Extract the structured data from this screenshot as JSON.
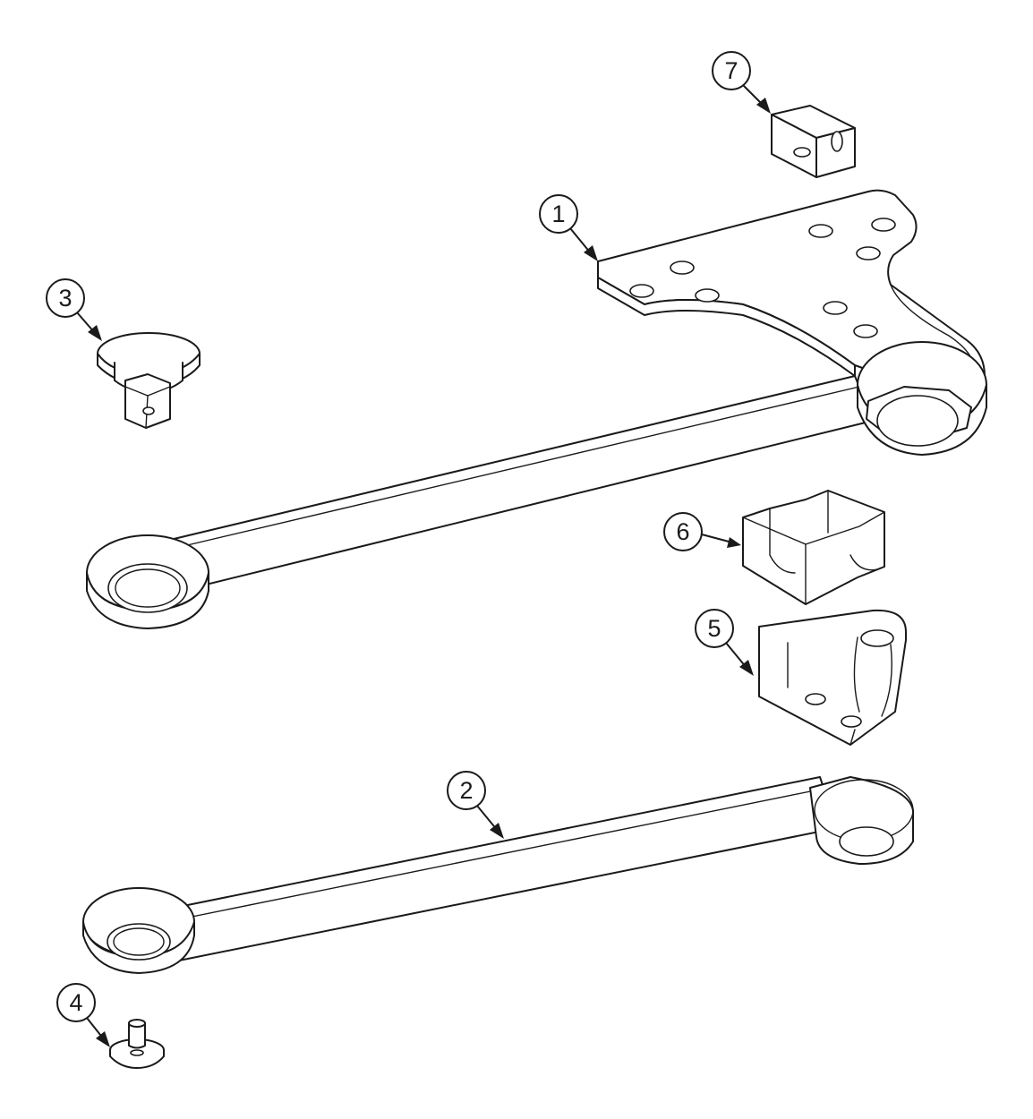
{
  "callouts": [
    {
      "id": "1",
      "label": "1"
    },
    {
      "id": "2",
      "label": "2"
    },
    {
      "id": "3",
      "label": "3"
    },
    {
      "id": "4",
      "label": "4"
    },
    {
      "id": "5",
      "label": "5"
    },
    {
      "id": "6",
      "label": "6"
    },
    {
      "id": "7",
      "label": "7"
    }
  ],
  "colors": {
    "ink": "#1a1a1a",
    "paper": "#ffffff"
  }
}
